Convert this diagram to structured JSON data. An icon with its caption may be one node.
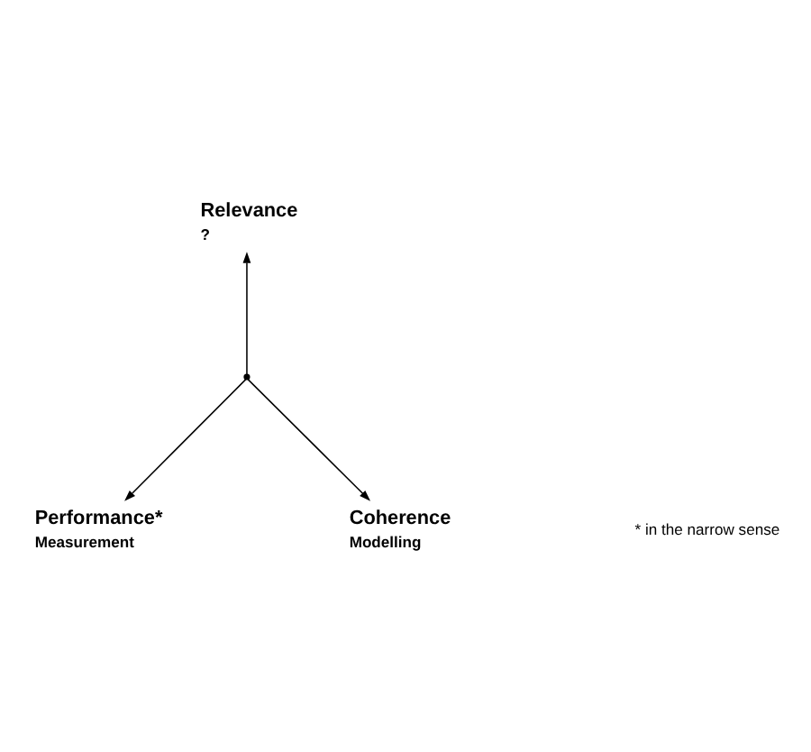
{
  "diagram": {
    "nodes": [
      {
        "text": [
          "Relevance",
          "?"
        ]
      },
      {
        "text": [],
        "shape": "point"
      },
      {
        "text": [
          "Performance*",
          "Measurement"
        ]
      },
      {
        "text": [
          "Coherence",
          "Modelling"
        ]
      }
    ],
    "edges": [
      {
        "from": 1,
        "to": 0,
        "arrow": "to"
      },
      {
        "from": 1,
        "to": 2,
        "arrow": "to"
      },
      {
        "from": 1,
        "to": 3,
        "arrow": "to"
      }
    ],
    "labels": [
      "* in the narrow sense"
    ]
  }
}
